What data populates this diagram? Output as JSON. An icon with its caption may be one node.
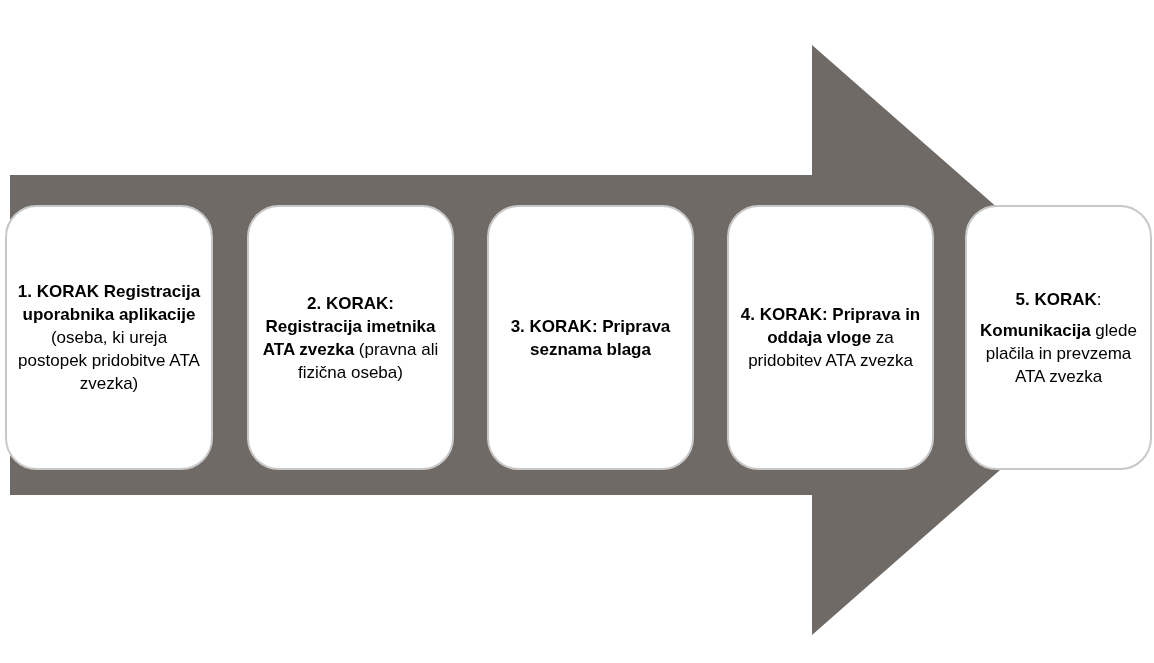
{
  "diagram": {
    "nodes": [
      {
        "text": [
          "**1. KORAK Registracija uporabnika aplikacije** (oseba, ki ureja postopek pridobitve ATA zvezka)"
        ]
      },
      {
        "text": [
          "**2. KORAK: Registracija imetnika ATA zvezka** (pravna ali fizična oseba)"
        ]
      },
      {
        "text": [
          "**3. KORAK: Priprava seznama blaga**"
        ]
      },
      {
        "text": [
          "**4. KORAK: Priprava in oddaja vloge** za pridobitev ATA zvezka"
        ]
      },
      {
        "text": [
          "**5. KORAK**:",
          "**Komunikacija** glede plačila in prevzema ATA zvezka"
        ]
      }
    ],
    "edges": [
      {
        "from": 0,
        "to": 4,
        "arrow": "to"
      }
    ]
  }
}
